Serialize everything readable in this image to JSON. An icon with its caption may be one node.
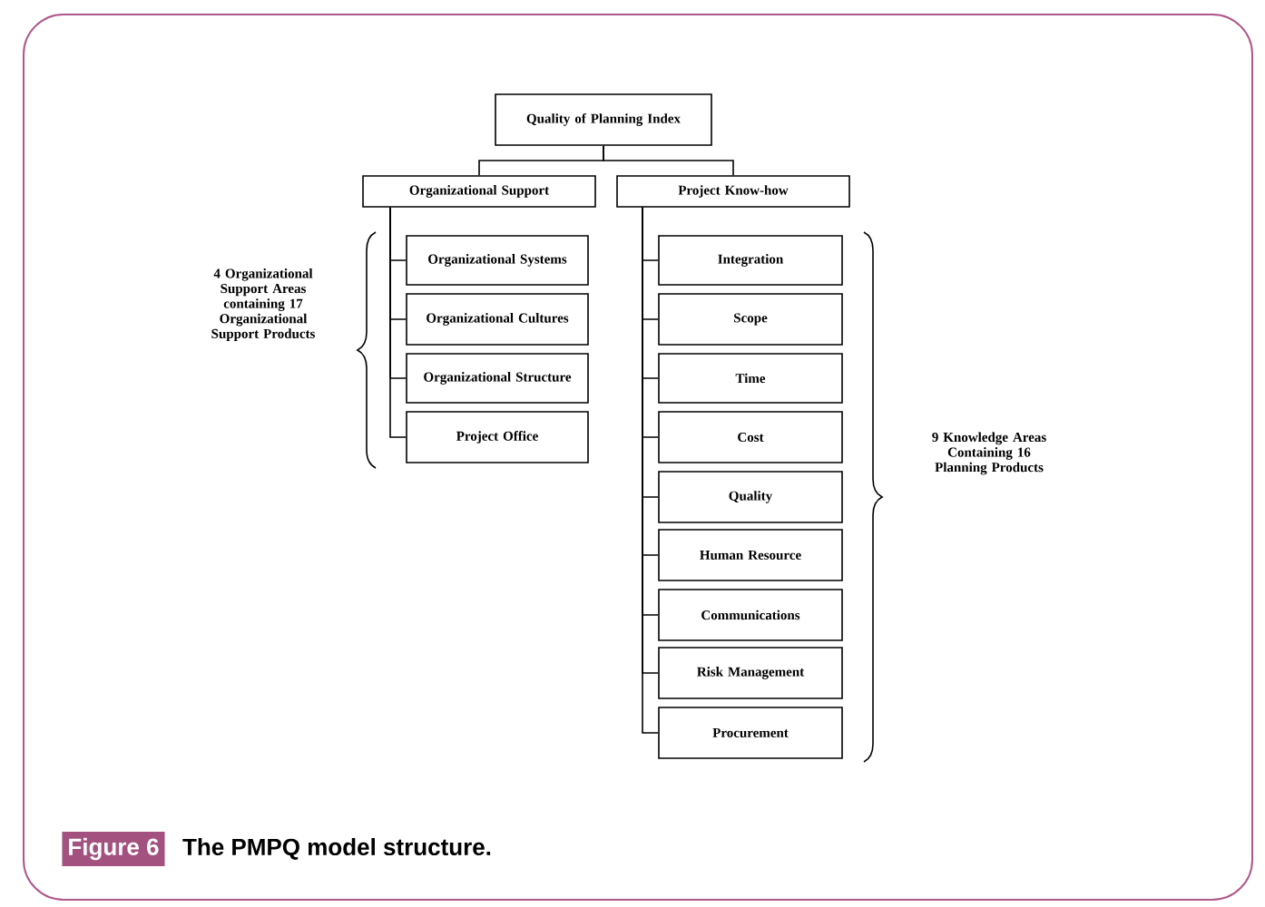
{
  "diagram": {
    "caption": "The PMPQ model structure.",
    "nodes": [
      {
        "text": [
          "Quality of Planning Index"
        ]
      },
      {
        "text": [
          "Organizational Support"
        ]
      },
      {
        "text": [
          "Project Know-how"
        ]
      },
      {
        "text": [
          "Organizational Systems"
        ]
      },
      {
        "text": [
          "Organizational Cultures"
        ]
      },
      {
        "text": [
          "Organizational Structure"
        ]
      },
      {
        "text": [
          "Project Office"
        ]
      },
      {
        "text": [
          "Integration"
        ]
      },
      {
        "text": [
          "Scope"
        ]
      },
      {
        "text": [
          "Time"
        ]
      },
      {
        "text": [
          "Cost"
        ]
      },
      {
        "text": [
          "Quality"
        ]
      },
      {
        "text": [
          "Human Resource"
        ]
      },
      {
        "text": [
          "Communications"
        ]
      },
      {
        "text": [
          "Risk Management"
        ]
      },
      {
        "text": [
          "Procurement"
        ]
      }
    ],
    "edges": [
      {
        "from": 0,
        "to": 1,
        "arrow": "none"
      },
      {
        "from": 0,
        "to": 2,
        "arrow": "none"
      },
      {
        "from": 1,
        "to": 3,
        "arrow": "none"
      },
      {
        "from": 1,
        "to": 4,
        "arrow": "none"
      },
      {
        "from": 1,
        "to": 5,
        "arrow": "none"
      },
      {
        "from": 1,
        "to": 6,
        "arrow": "none"
      },
      {
        "from": 2,
        "to": 7,
        "arrow": "none"
      },
      {
        "from": 2,
        "to": 8,
        "arrow": "none"
      },
      {
        "from": 2,
        "to": 9,
        "arrow": "none"
      },
      {
        "from": 2,
        "to": 10,
        "arrow": "none"
      },
      {
        "from": 2,
        "to": 11,
        "arrow": "none"
      },
      {
        "from": 2,
        "to": 12,
        "arrow": "none"
      },
      {
        "from": 2,
        "to": 13,
        "arrow": "none"
      },
      {
        "from": 2,
        "to": 14,
        "arrow": "none"
      },
      {
        "from": 2,
        "to": 15,
        "arrow": "none"
      }
    ],
    "labels": [
      "4 Organizational Support Areas containing 17 Organizational Support Products",
      "9 Knowledge Areas Containing 16 Planning Products",
      "Figure 6"
    ]
  }
}
